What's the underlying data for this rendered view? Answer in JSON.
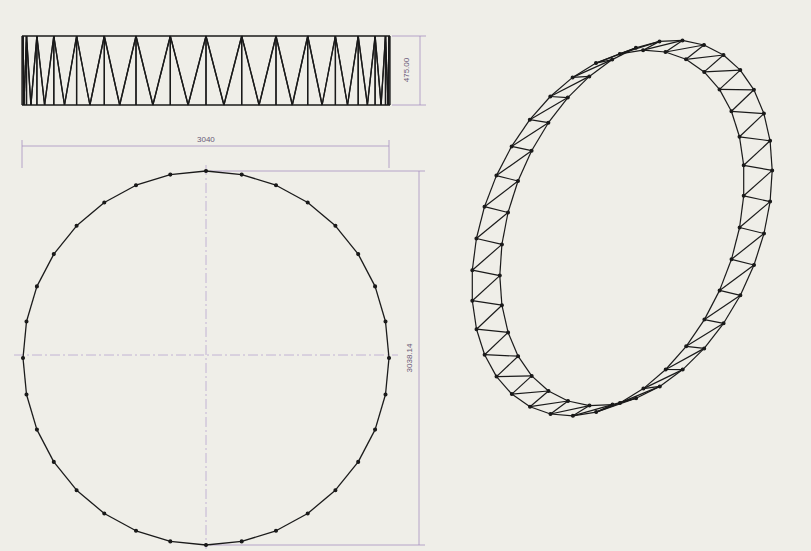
{
  "diagram": {
    "labels": [
      "475.00",
      "3040",
      "3038.14"
    ]
  }
}
